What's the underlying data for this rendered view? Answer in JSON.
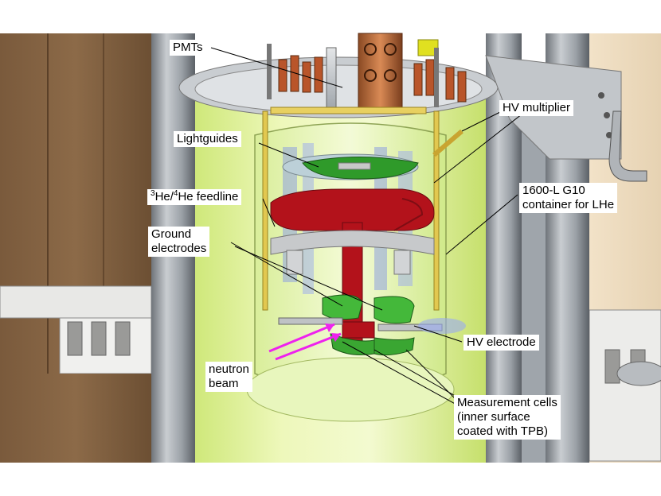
{
  "labels": {
    "pmts": "PMTs",
    "hv_multiplier": "HV multiplier",
    "lightguides": "Lightguides",
    "feedline_sup_a": "3",
    "feedline_he3": "He/",
    "feedline_sup_b": "4",
    "feedline_rest": "He feedline",
    "container_line1": "1600-L G10",
    "container_line2": "container for LHe",
    "ground_line1": "Ground",
    "ground_line2": "electrodes",
    "hv_electrode": "HV electrode",
    "neutron_line1": "neutron",
    "neutron_line2": "beam",
    "cells_line1": "Measurement cells",
    "cells_line2": "(inner surface",
    "cells_line3": "coated with TPB)"
  },
  "colors": {
    "electrode_red": "#b3121b",
    "electrode_green": "#2f9a2a",
    "cryostat_glow": "#e6f5a0",
    "beam_arrow": "#ee22ee"
  }
}
